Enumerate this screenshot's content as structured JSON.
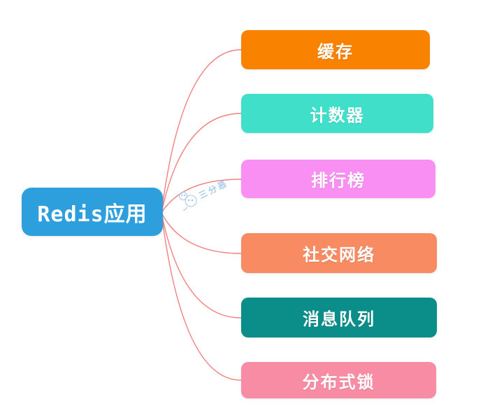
{
  "root": {
    "label": "Redis应用",
    "color": "#2C9FDC"
  },
  "branches": [
    {
      "label": "缓存",
      "color": "#F98200"
    },
    {
      "label": "计数器",
      "color": "#40DFC9"
    },
    {
      "label": "排行榜",
      "color": "#F98FF3"
    },
    {
      "label": "社交网络",
      "color": "#F88B62"
    },
    {
      "label": "消息队列",
      "color": "#0B8E8A"
    },
    {
      "label": "分布式锁",
      "color": "#F88CA4"
    }
  ],
  "watermark": {
    "text": "三分恶",
    "icon": "chat-doodle-icon",
    "color": "#A6C9EE"
  },
  "connector": {
    "color": "#F28080"
  }
}
